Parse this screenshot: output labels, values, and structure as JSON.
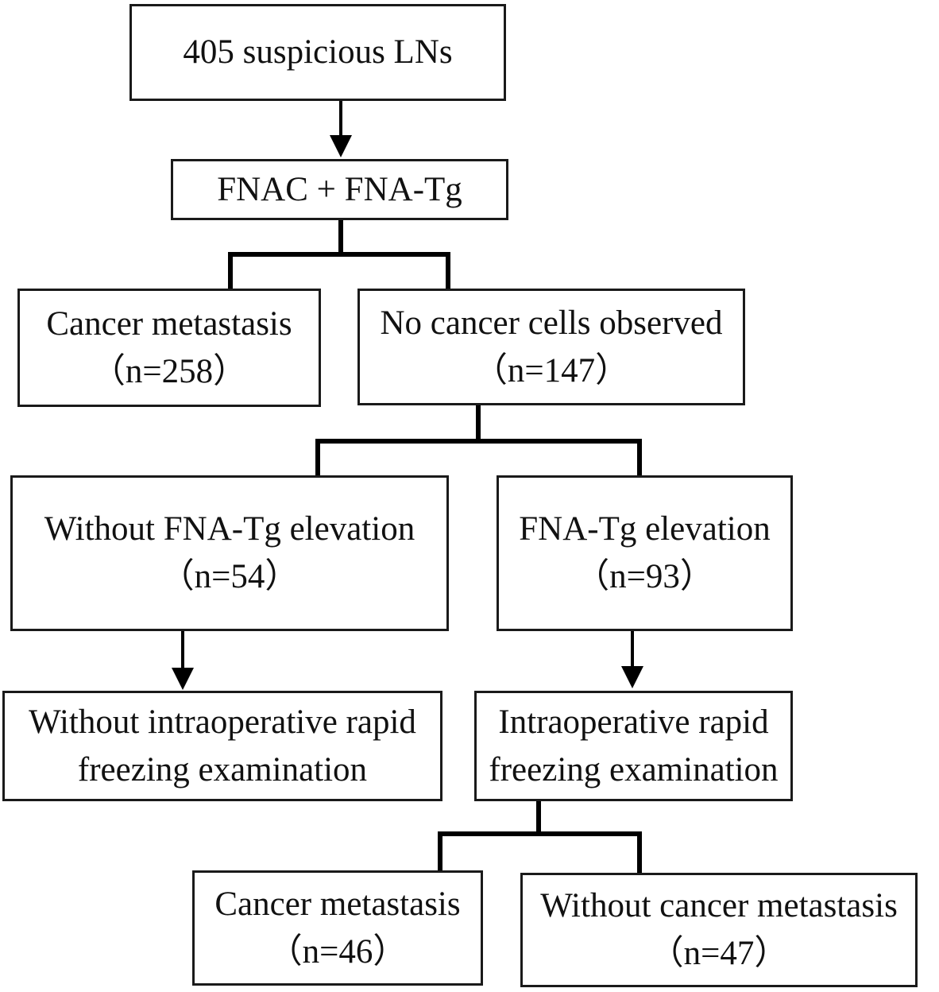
{
  "page": {
    "background_color": "#ffffff",
    "line_color": "#000000",
    "text_color": "#111111"
  },
  "flowchart": {
    "nodes": {
      "suspicious_lns": {
        "label": "405 suspicious LNs"
      },
      "fnac_fnatg": {
        "label": "FNAC + FNA-Tg"
      },
      "cancer_metastasis_258": {
        "label": "Cancer metastasis",
        "count": "（n=258）"
      },
      "no_cancer_cells": {
        "label": "No cancer cells observed",
        "count": "（n=147）"
      },
      "without_fnatg_elevation": {
        "label": "Without FNA-Tg elevation",
        "count": "（n=54）"
      },
      "fnatg_elevation": {
        "label": "FNA-Tg elevation",
        "count": "（n=93）"
      },
      "without_intraoperative": {
        "line1": "Without intraoperative rapid",
        "line2": "freezing examination"
      },
      "intraoperative": {
        "line1": "Intraoperative rapid",
        "line2": "freezing examination"
      },
      "cancer_metastasis_46": {
        "label": "Cancer metastasis",
        "count": "（n=46）"
      },
      "without_cancer_metastasis_47": {
        "label": "Without cancer metastasis",
        "count": "（n=47）"
      }
    }
  }
}
